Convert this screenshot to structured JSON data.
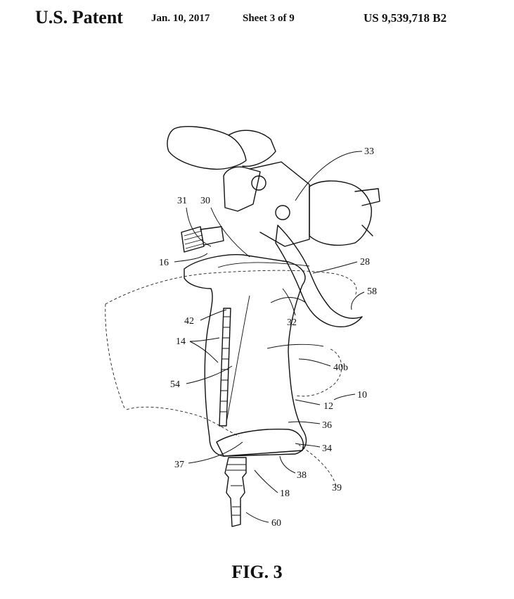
{
  "header": {
    "title": "U.S. Patent",
    "date": "Jan. 10, 2017",
    "sheet": "Sheet 3 of 9",
    "patent_number": "US 9,539,718 B2"
  },
  "figure": {
    "caption": "FIG. 3",
    "labels": {
      "l33": "33",
      "l31": "31",
      "l30": "30",
      "l16": "16",
      "l28": "28",
      "l58": "58",
      "l42": "42",
      "l32": "32",
      "l14": "14",
      "l40b": "40b",
      "l54": "54",
      "l10": "10",
      "l12": "12",
      "l36": "36",
      "l34": "34",
      "l37": "37",
      "l38": "38",
      "l39": "39",
      "l18": "18",
      "l60": "60"
    }
  }
}
